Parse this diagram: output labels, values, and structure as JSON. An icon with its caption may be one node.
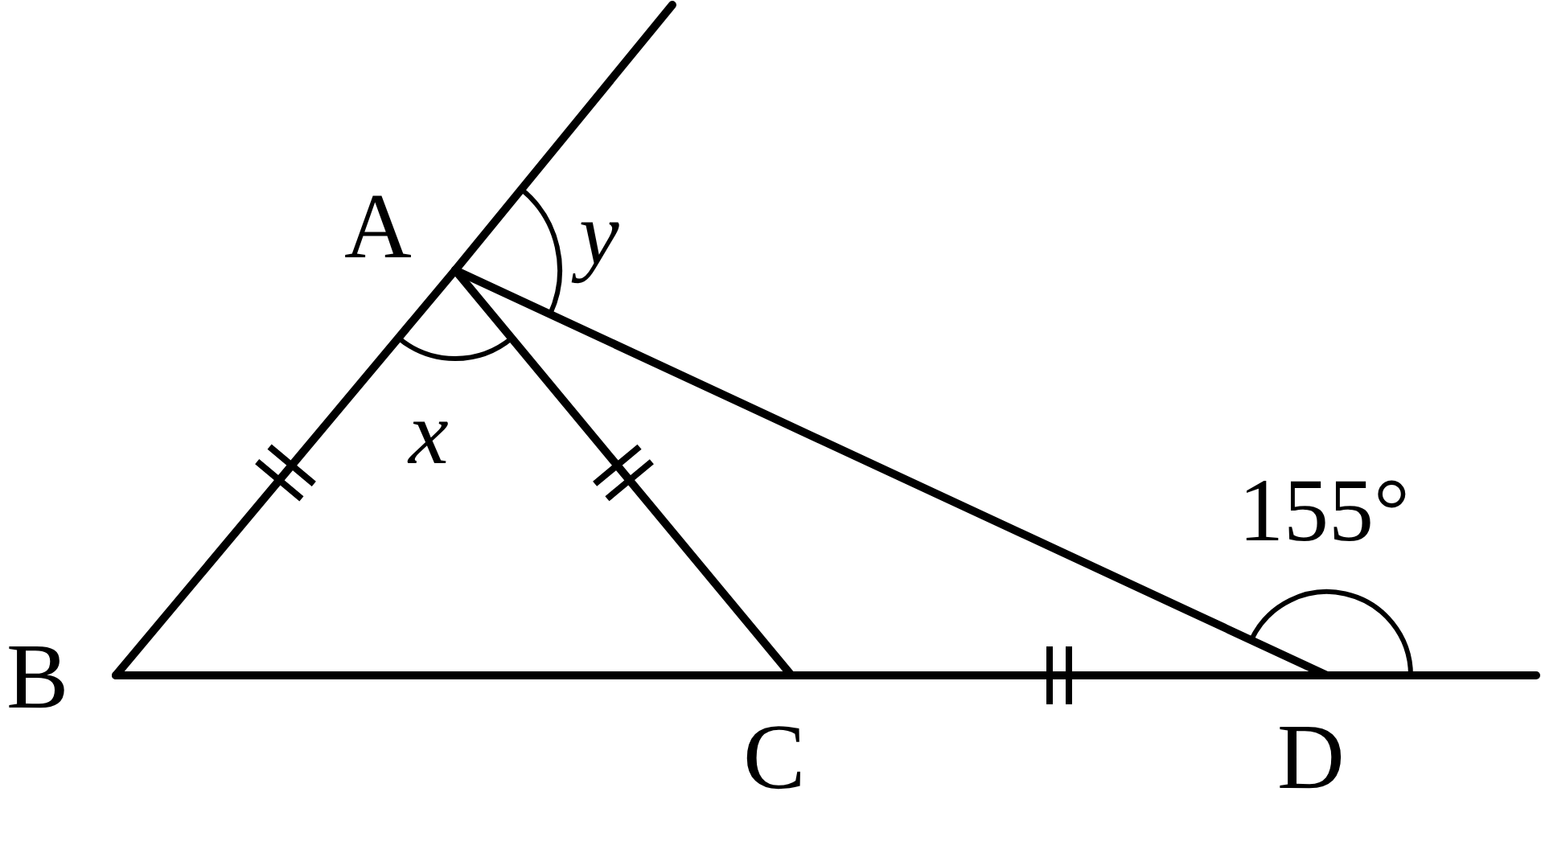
{
  "diagram": {
    "nodes": [
      {
        "text": [
          "A"
        ]
      },
      {
        "text": [
          "B"
        ]
      },
      {
        "text": [
          "C"
        ]
      },
      {
        "text": [
          "D"
        ]
      }
    ],
    "edges": [
      {
        "from": 1,
        "to": 0,
        "arrow": "none"
      },
      {
        "from": 0,
        "to": 2,
        "arrow": "none"
      },
      {
        "from": 0,
        "to": 3,
        "arrow": "none"
      },
      {
        "from": 1,
        "to": 2,
        "arrow": "none"
      },
      {
        "from": 2,
        "to": 3,
        "arrow": "none"
      },
      {
        "from": 0,
        "to": null,
        "arrow": "none"
      },
      {
        "from": 3,
        "to": null,
        "arrow": "none"
      }
    ],
    "labels": [
      "x",
      "y",
      "155°"
    ]
  }
}
